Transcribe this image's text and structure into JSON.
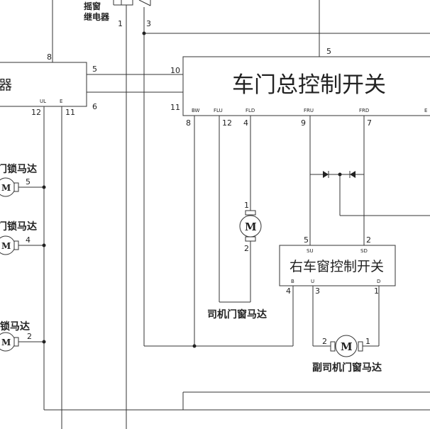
{
  "labels": {
    "relay_top": "摇窗",
    "relay_bottom": "继电器",
    "main_switch_title": "车门总控制开关",
    "left_box_fragment": "器",
    "right_switch_title": "右车窗控制开关",
    "driver_window_motor": "司机门窗马达",
    "passenger_window_motor": "副司机门窗马达",
    "lock_motor_1": "门锁马达",
    "lock_motor_2": "门锁马达",
    "lock_motor_3": "锁马达",
    "motor_symbol": "M"
  },
  "pins": {
    "relay_1": "1",
    "relay_3": "3",
    "n8": "8",
    "n5_top": "5",
    "n5_mid": "5",
    "n10": "10",
    "n6": "6",
    "n11_right": "11",
    "n11_left": "11",
    "n12_left": "12",
    "ul": "UL",
    "e_left": "E",
    "bw": "BW",
    "flu": "FLU",
    "fld": "FLD",
    "fru": "FRU",
    "frd": "FRD",
    "e_right": "E",
    "p8": "8",
    "p12": "12",
    "p4": "4",
    "p9": "9",
    "p7": "7",
    "motor_1": "1",
    "motor_2": "2",
    "rs_5": "5",
    "rs_2": "2",
    "su": "SU",
    "sd": "SD",
    "b": "B",
    "u": "U",
    "d": "D",
    "rs_4": "4",
    "rs_3": "3",
    "rs_1": "1",
    "pm_2": "2",
    "pm_1": "1",
    "lock_5": "5",
    "lock_4": "4",
    "lock_2": "2"
  }
}
